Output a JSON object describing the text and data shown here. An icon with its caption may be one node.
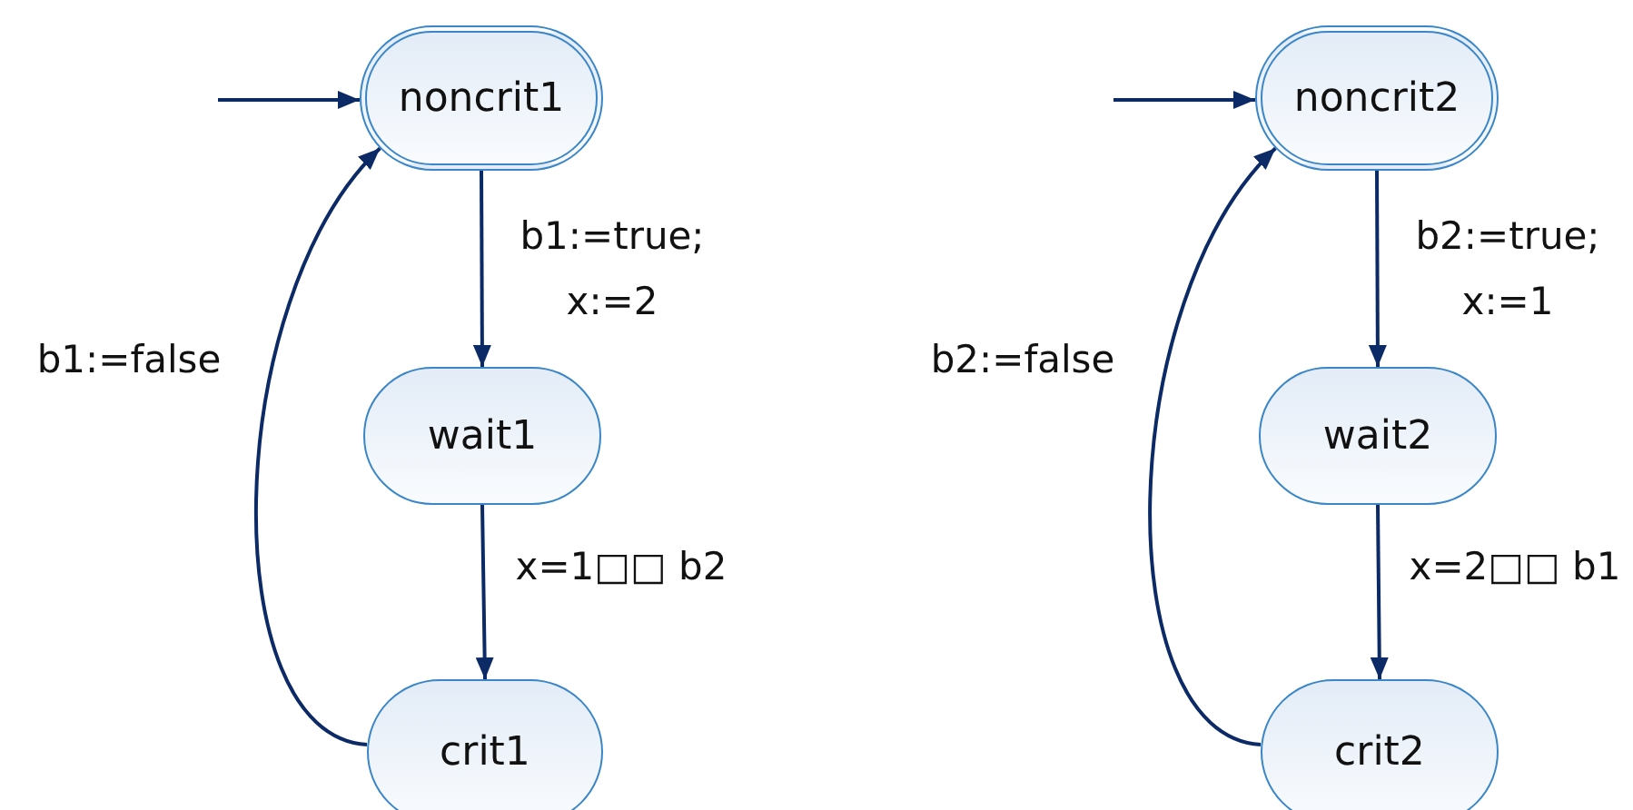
{
  "diagram": {
    "nodes": [
      {
        "text": [
          "noncrit1"
        ]
      },
      {
        "text": [
          "wait1"
        ]
      },
      {
        "text": [
          "crit1"
        ]
      },
      {
        "text": [
          "noncrit2"
        ]
      },
      {
        "text": [
          "wait2"
        ]
      },
      {
        "text": [
          "crit2"
        ]
      }
    ],
    "edges": [
      {
        "from": null,
        "to": 0,
        "arrow": "to"
      },
      {
        "from": 0,
        "to": 1,
        "arrow": "to",
        "label": "b1:=true; x:=2"
      },
      {
        "from": 1,
        "to": 2,
        "arrow": "to",
        "label": "x=1□□ b2"
      },
      {
        "from": 2,
        "to": 0,
        "arrow": "to",
        "label": "b1:=false"
      },
      {
        "from": null,
        "to": 3,
        "arrow": "to"
      },
      {
        "from": 3,
        "to": 4,
        "arrow": "to",
        "label": "b2:=true; x:=1"
      },
      {
        "from": 4,
        "to": 5,
        "arrow": "to",
        "label": "x=2□□ b1"
      },
      {
        "from": 5,
        "to": 3,
        "arrow": "to",
        "label": "b2:=false"
      }
    ]
  }
}
